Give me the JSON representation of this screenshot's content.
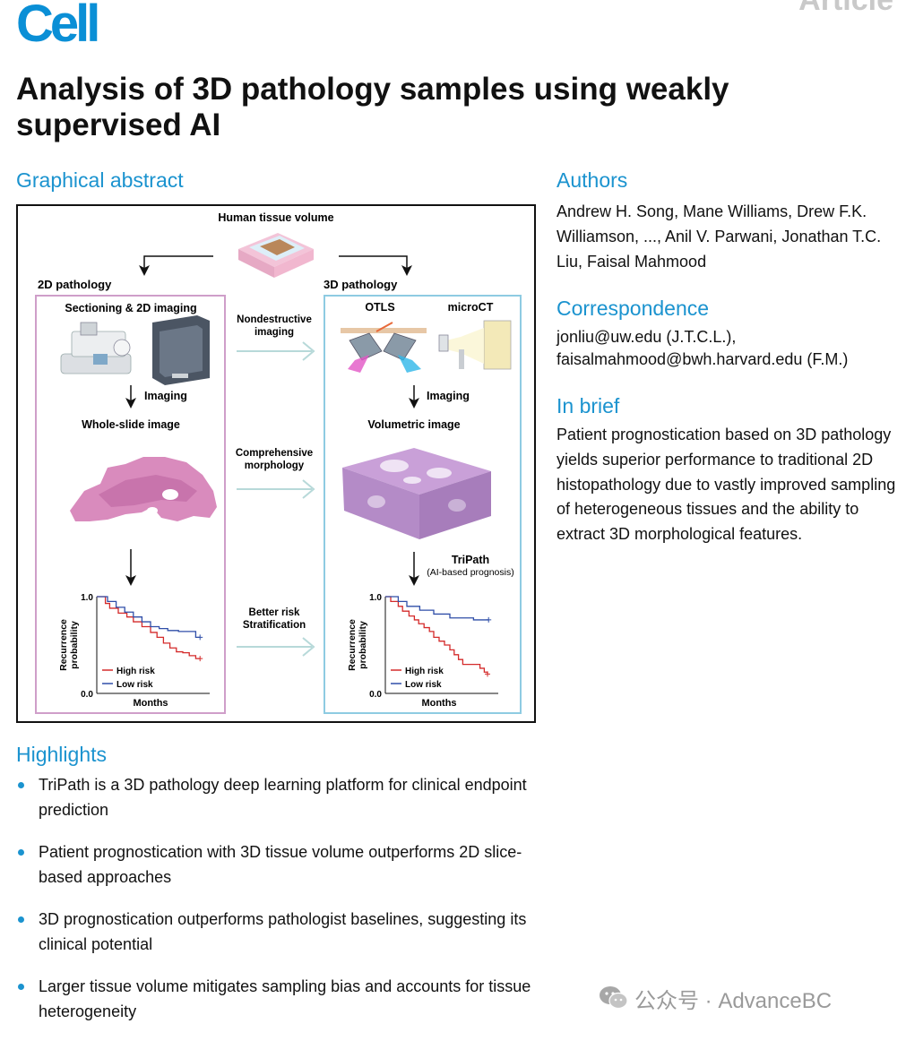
{
  "header": {
    "journal": "Cell",
    "article_type": "Article"
  },
  "title": "Analysis of 3D pathology samples using weakly supervised AI",
  "graphical_abstract": {
    "heading": "Graphical abstract",
    "top_label": "Human tissue volume",
    "left_title": "2D pathology",
    "right_title": "3D pathology",
    "left_step1": "Sectioning & 2D imaging",
    "right_step1a": "OTLS",
    "right_step1b": "microCT",
    "mid1_line1": "Nondestructive",
    "mid1_line2": "imaging",
    "imaging_left": "Imaging",
    "imaging_right": "Imaging",
    "left_image_label": "Whole-slide image",
    "right_image_label": "Volumetric image",
    "mid2_line1": "Comprehensive",
    "mid2_line2": "morphology",
    "tripath": "TriPath",
    "tripath_sub": "(AI-based prognosis)",
    "mid3_line1": "Better risk",
    "mid3_line2": "Stratification",
    "km_ylabel_1": "Recurrence",
    "km_ylabel_2": "probability",
    "km_xlabel": "Months",
    "km_ytick_top": "1.0",
    "km_ytick_bottom": "0.0",
    "legend_high": "High risk",
    "legend_low": "Low risk",
    "colors": {
      "high": "#d42a2a",
      "low": "#2f4ea8",
      "left_box": "#cf9ec9",
      "right_box": "#8ecbe2",
      "arrow": "#b7d9d9"
    }
  },
  "chart_data": [
    {
      "type": "line",
      "title": "",
      "xlabel": "Months",
      "ylabel": "Recurrence probability",
      "ylim": [
        0,
        1
      ],
      "series": [
        {
          "name": "High risk",
          "color": "#d42a2a",
          "x": [
            0,
            0.08,
            0.12,
            0.2,
            0.28,
            0.34,
            0.42,
            0.5,
            0.56,
            0.62,
            0.68,
            0.74,
            0.8,
            0.86,
            0.92,
            0.96
          ],
          "y": [
            1.0,
            0.93,
            0.88,
            0.83,
            0.79,
            0.74,
            0.69,
            0.63,
            0.58,
            0.52,
            0.47,
            0.43,
            0.42,
            0.39,
            0.36,
            0.36
          ]
        },
        {
          "name": "Low risk",
          "color": "#2f4ea8",
          "x": [
            0,
            0.1,
            0.18,
            0.26,
            0.34,
            0.42,
            0.5,
            0.58,
            0.66,
            0.76,
            0.84,
            0.92,
            0.96
          ],
          "y": [
            1.0,
            0.95,
            0.89,
            0.84,
            0.79,
            0.74,
            0.69,
            0.67,
            0.65,
            0.64,
            0.64,
            0.58,
            0.58
          ]
        }
      ]
    },
    {
      "type": "line",
      "title": "",
      "xlabel": "Months",
      "ylabel": "Recurrence probability",
      "ylim": [
        0,
        1
      ],
      "series": [
        {
          "name": "High risk",
          "color": "#d42a2a",
          "x": [
            0,
            0.05,
            0.12,
            0.16,
            0.22,
            0.27,
            0.31,
            0.36,
            0.41,
            0.45,
            0.5,
            0.55,
            0.6,
            0.64,
            0.68,
            0.72,
            0.78,
            0.84,
            0.88,
            0.92,
            0.95
          ],
          "y": [
            1.0,
            0.95,
            0.9,
            0.85,
            0.8,
            0.76,
            0.72,
            0.68,
            0.64,
            0.58,
            0.54,
            0.5,
            0.45,
            0.4,
            0.35,
            0.3,
            0.3,
            0.3,
            0.26,
            0.22,
            0.2
          ]
        },
        {
          "name": "Low risk",
          "color": "#2f4ea8",
          "x": [
            0,
            0.12,
            0.2,
            0.32,
            0.45,
            0.6,
            0.72,
            0.82,
            0.9,
            0.96
          ],
          "y": [
            1.0,
            0.95,
            0.9,
            0.86,
            0.82,
            0.78,
            0.78,
            0.76,
            0.76,
            0.76
          ]
        }
      ]
    }
  ],
  "authors": {
    "heading": "Authors",
    "names": "Andrew H. Song, Mane Williams, Drew F.K. Williamson, ..., Anil V. Parwani, Jonathan T.C. Liu, Faisal Mahmood"
  },
  "correspondence": {
    "heading": "Correspondence",
    "text": "jonliu@uw.edu (J.T.C.L.), faisalmahmood@bwh.harvard.edu (F.M.)"
  },
  "in_brief": {
    "heading": "In brief",
    "text": "Patient prognostication based on 3D pathology yields superior performance to traditional 2D histopathology due to vastly improved sampling of heterogeneous tissues and the ability to extract 3D morphological features."
  },
  "highlights": {
    "heading": "Highlights",
    "items": [
      "TriPath is a 3D pathology deep learning platform for clinical endpoint prediction",
      "Patient prognostication with 3D tissue volume outperforms 2D slice-based approaches",
      "3D prognostication outperforms pathologist baselines, suggesting its clinical potential",
      "Larger tissue volume mitigates sampling bias and accounts for tissue heterogeneity"
    ]
  },
  "watermark": {
    "text": "公众号 · AdvanceBC",
    "icon": "wechat-icon"
  }
}
